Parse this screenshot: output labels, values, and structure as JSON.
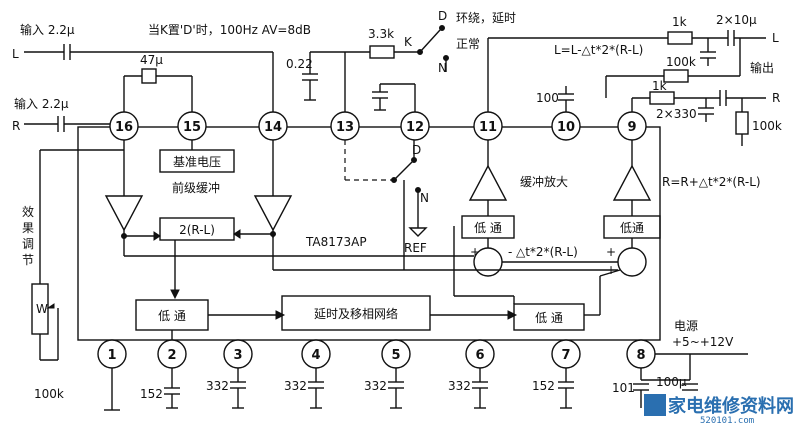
{
  "labels": {
    "input_l": "输入 2.2μ",
    "l": "L",
    "input_r": "输入 2.2μ",
    "r": "R",
    "cap_47u": "47μ",
    "switch_note": "当K置'D'时，100Hz AV=8dB",
    "res_33k": "3.3k",
    "k": "K",
    "d_top": "D",
    "surround": "环绕，延时",
    "n_top": "N",
    "normal": "正常",
    "cap_022": "0.22",
    "res_1k_top": "1k",
    "cap_2x10u": "2×10μ",
    "out_l": "L",
    "formula_l": "L=L-△t*2*(R-L)",
    "res_100k_top": "100k",
    "output": "输出",
    "cap_100": "100",
    "res_1k_mid": "1k",
    "out_r": "R",
    "cap_2x330": "2×330",
    "res_100k_right": "100k",
    "vref": "基准电压",
    "pre_buffer": "前级缓冲",
    "block_2rl": "2(R-L)",
    "chip": "TA8173AP",
    "d_inner": "D",
    "n_inner": "N",
    "ref": "REF",
    "buffer_amp": "缓冲放大",
    "formula_r": "R=R+△t*2*(R-L)",
    "lowpass_1": "低 通",
    "lowpass_2": "低通",
    "delta_expr": "△t*2*(R-L)",
    "minus_a": "-",
    "plus_a": "+",
    "plus_b": "+",
    "plus_c": "+",
    "effect_adjust": "效果调节",
    "pot_w": "W",
    "lowpass_3": "低 通",
    "delay_network": "延时及移相网络",
    "lowpass_4": "低 通",
    "power": "电源",
    "power_range": "+5~+12V",
    "res_100k_left": "100k",
    "cap_152_a": "152",
    "cap_332_a": "332",
    "cap_332_b": "332",
    "cap_332_c": "332",
    "cap_332_d": "332",
    "cap_152_b": "152",
    "cap_101": "101",
    "cap_100u": "100μ",
    "watermark": "家电维修资料网",
    "watermark_url": "520101.com"
  },
  "pins": {
    "p1": "1",
    "p2": "2",
    "p3": "3",
    "p4": "4",
    "p5": "5",
    "p6": "6",
    "p7": "7",
    "p8": "8",
    "p9": "9",
    "p10": "10",
    "p11": "11",
    "p12": "12",
    "p13": "13",
    "p14": "14",
    "p15": "15",
    "p16": "16"
  },
  "colors": {
    "line": "#111111",
    "background": "#ffffff",
    "watermark": "#2a6fb0"
  }
}
